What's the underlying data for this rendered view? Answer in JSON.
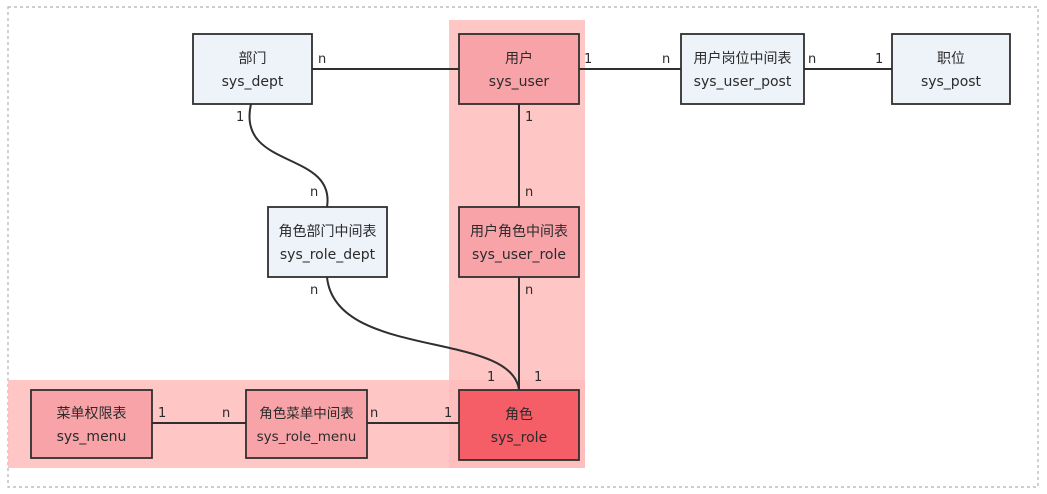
{
  "colors": {
    "background": "#ffffff",
    "frame_border": "#a9b3bb",
    "node_fill": "#eef2f9",
    "node_border": "#2f2f2f",
    "pink_fill": "#f7a3a8",
    "pink_band": "#ffbcbc",
    "role_fill": "#f55d67",
    "line": "#2f2f2f"
  },
  "nodes": [
    {
      "id": "sys_dept",
      "label": "部门",
      "table": "sys_dept",
      "style": "normal"
    },
    {
      "id": "sys_user",
      "label": "用户",
      "table": "sys_user",
      "style": "pink"
    },
    {
      "id": "sys_user_post",
      "label": "用户岗位中间表",
      "table": "sys_user_post",
      "style": "normal"
    },
    {
      "id": "sys_post",
      "label": "职位",
      "table": "sys_post",
      "style": "normal"
    },
    {
      "id": "sys_role_dept",
      "label": "角色部门中间表",
      "table": "sys_role_dept",
      "style": "normal"
    },
    {
      "id": "sys_user_role",
      "label": "用户角色中间表",
      "table": "sys_user_role",
      "style": "pink"
    },
    {
      "id": "sys_menu",
      "label": "菜单权限表",
      "table": "sys_menu",
      "style": "pink"
    },
    {
      "id": "sys_role_menu",
      "label": "角色菜单中间表",
      "table": "sys_role_menu",
      "style": "pink"
    },
    {
      "id": "sys_role",
      "label": "角色",
      "table": "sys_role",
      "style": "role"
    }
  ],
  "edges": [
    {
      "from": "sys_dept",
      "to": "sys_user",
      "from_label": "n",
      "to_label": ""
    },
    {
      "from": "sys_user",
      "to": "sys_user_post",
      "from_label": "1",
      "to_label": "n"
    },
    {
      "from": "sys_user_post",
      "to": "sys_post",
      "from_label": "n",
      "to_label": "1"
    },
    {
      "from": "sys_dept",
      "to": "sys_role_dept",
      "from_label": "1",
      "to_label": "n"
    },
    {
      "from": "sys_user",
      "to": "sys_user_role",
      "from_label": "1",
      "to_label": "n"
    },
    {
      "from": "sys_role_dept",
      "to": "sys_role",
      "from_label": "n",
      "to_label": "1"
    },
    {
      "from": "sys_user_role",
      "to": "sys_role",
      "from_label": "n",
      "to_label": "1"
    },
    {
      "from": "sys_menu",
      "to": "sys_role_menu",
      "from_label": "1",
      "to_label": "n"
    },
    {
      "from": "sys_role_menu",
      "to": "sys_role",
      "from_label": "n",
      "to_label": "1"
    }
  ]
}
